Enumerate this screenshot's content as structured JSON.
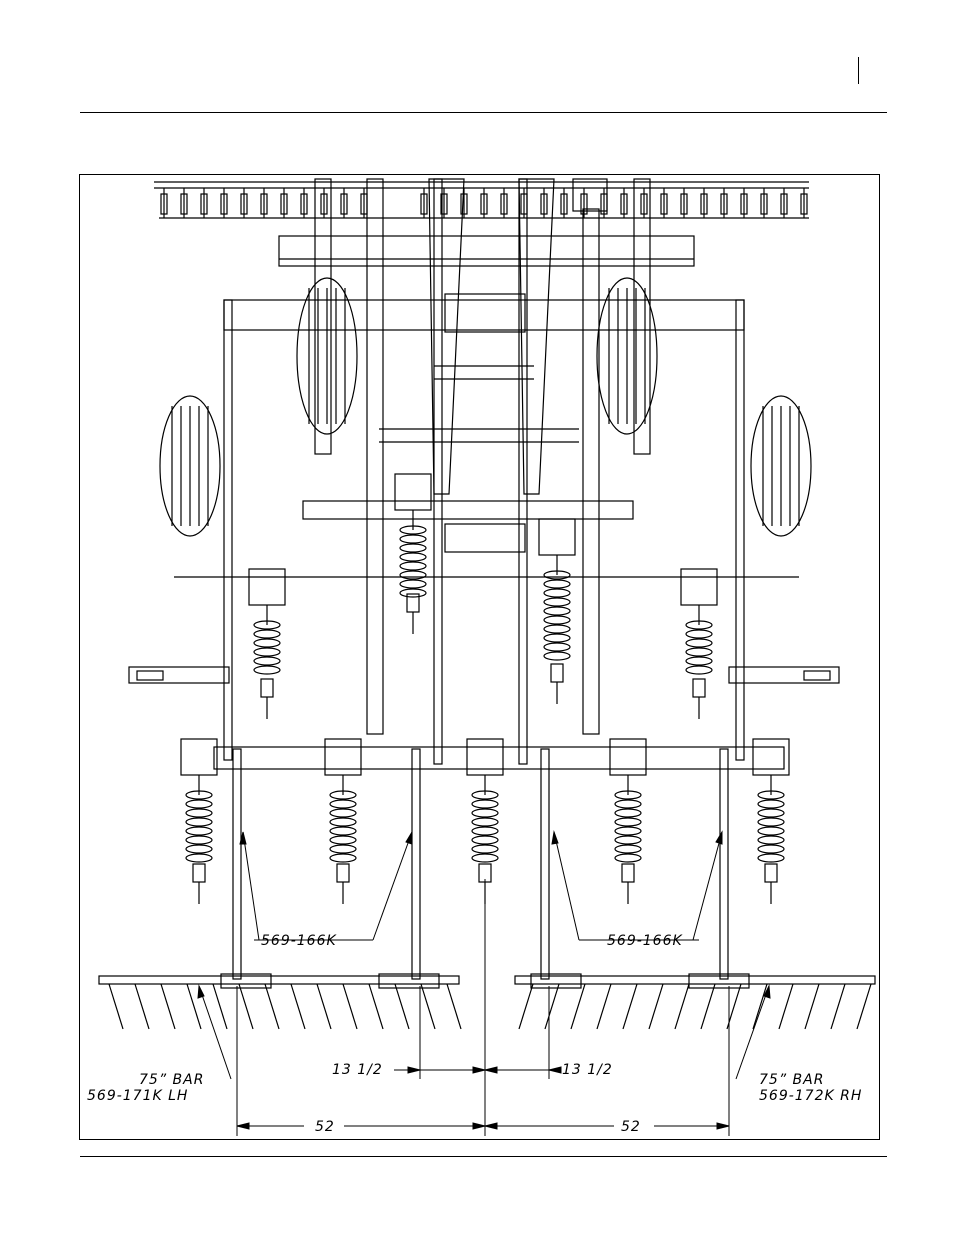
{
  "labels": {
    "part_left": "569-166K",
    "part_right": "569-166K",
    "bar_left_line1": "75”  BAR",
    "bar_left_line2": "569-171K  LH",
    "bar_right_line1": "75”  BAR",
    "bar_right_line2": "569-172K  RH",
    "dim_left_small": "13  1/2",
    "dim_right_small": "13  1/2",
    "dim_left_large": "52",
    "dim_right_large": "52"
  }
}
